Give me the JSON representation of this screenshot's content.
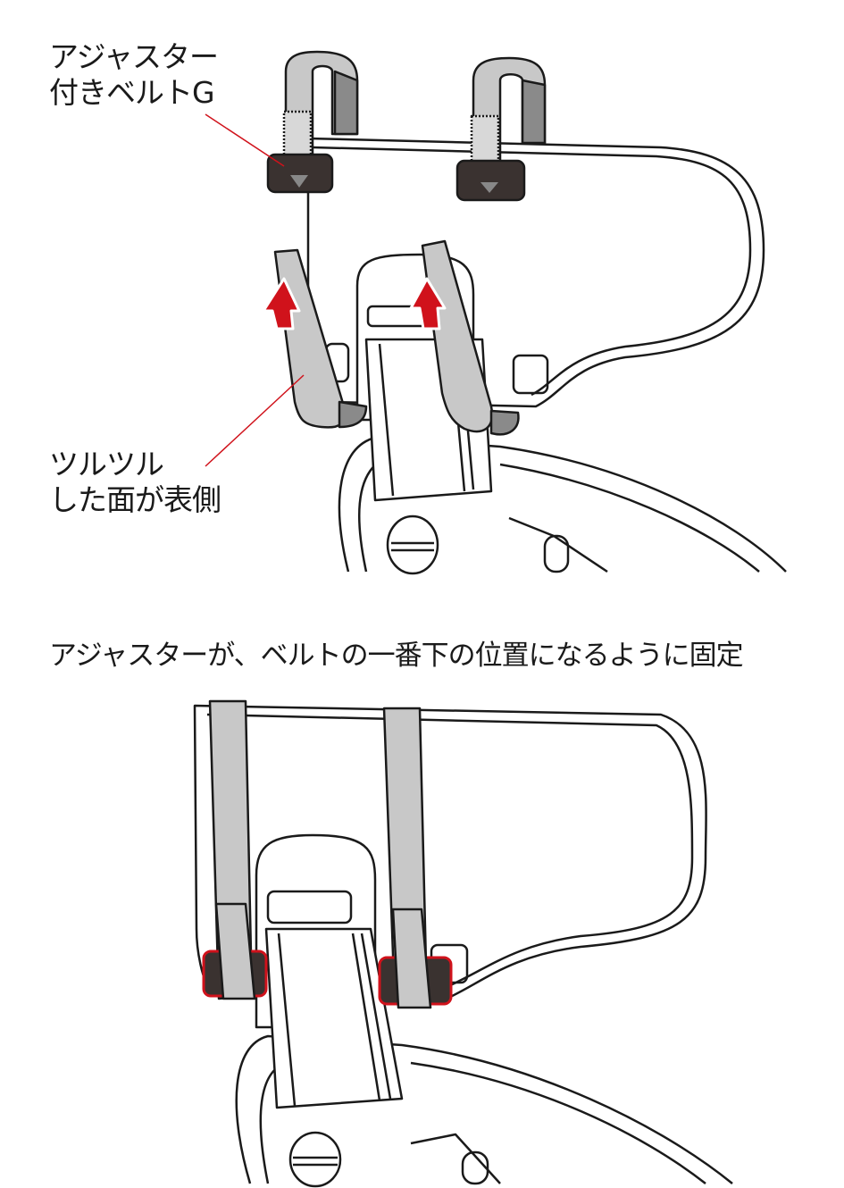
{
  "labels": {
    "adjuster_belt_line1": "アジャスター",
    "adjuster_belt_line2": "付きベルトG",
    "smooth_side_line1": "ツルツル",
    "smooth_side_line2": "した面が表側",
    "instruction": "アジャスターが、ベルトの一番下の位置になるように固定"
  },
  "colors": {
    "outline": "#1a1a1a",
    "strap": "#c8c8c8",
    "strap_dark": "#8a8a8a",
    "buckle": "#3a3230",
    "arrow": "#d0121b",
    "highlight": "#d0121b"
  }
}
